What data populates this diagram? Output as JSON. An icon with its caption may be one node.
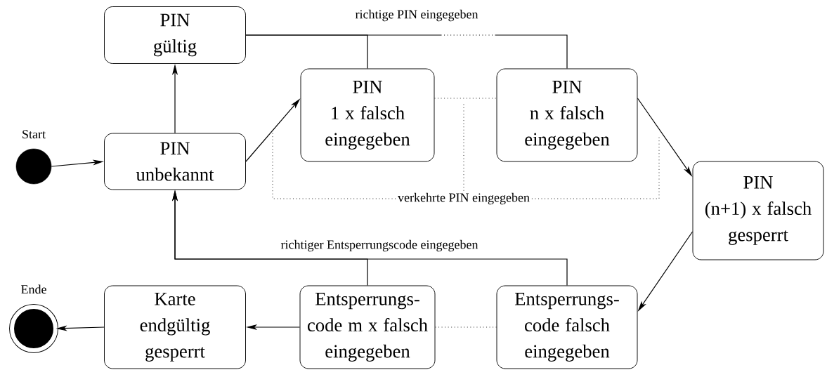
{
  "diagram": {
    "nodes": [
      {
        "text": [],
        "shape": "circle",
        "beside": [
          "Start"
        ]
      },
      {
        "text": [
          "PIN",
          "gültig"
        ]
      },
      {
        "text": [
          "PIN",
          "unbekannt"
        ]
      },
      {
        "text": [
          "PIN",
          "1 x falsch eingegeben"
        ]
      },
      {
        "text": [
          "PIN",
          "n x falsch eingegeben"
        ]
      },
      {
        "text": [
          "PIN",
          "(n+1) x falsch gesperrt"
        ]
      },
      {
        "text": [],
        "shape": "bullseye",
        "beside": [
          "Ende"
        ]
      },
      {
        "text": [
          "Karte endgültig gesperrt"
        ]
      },
      {
        "text": [
          "Entsperrungs- code m x falsch eingegeben"
        ]
      },
      {
        "text": [
          "Entsperrungs- code falsch eingegeben"
        ]
      },
      {
        "text": [
          "verkehrte PIN eingegeben"
        ]
      }
    ],
    "edges": [
      {
        "from": 0,
        "to": 2,
        "arrow": "to"
      },
      {
        "from": 2,
        "to": 1,
        "arrow": "to"
      },
      {
        "from": 2,
        "to": 3,
        "arrow": "to"
      },
      {
        "from": 3,
        "to": 4,
        "arrow": "none",
        "style": "dashed"
      },
      {
        "from": 4,
        "to": 5,
        "arrow": "to"
      },
      {
        "from": 3,
        "to": 1,
        "arrow": "none"
      },
      {
        "from": 4,
        "to": 1,
        "arrow": "none",
        "style": "dashed",
        "label": "richtige PIN eingegeben"
      },
      {
        "from": 5,
        "to": 9,
        "arrow": "to"
      },
      {
        "from": 8,
        "to": 9,
        "arrow": "none",
        "style": "dashed"
      },
      {
        "from": 8,
        "to": 7,
        "arrow": "to"
      },
      {
        "from": 7,
        "to": 6,
        "arrow": "to"
      },
      {
        "from": 8,
        "to": 2,
        "arrow": "to",
        "label": "richtiger Entsperrungscode eingegeben"
      },
      {
        "from": 9,
        "to": 2,
        "arrow": "to"
      },
      {
        "from": 10,
        "to": null,
        "arrow": "none",
        "style": "dashed"
      },
      {
        "from": 10,
        "to": null,
        "arrow": "none",
        "style": "dashed"
      },
      {
        "from": 10,
        "to": null,
        "arrow": "none",
        "style": "dashed"
      }
    ]
  }
}
